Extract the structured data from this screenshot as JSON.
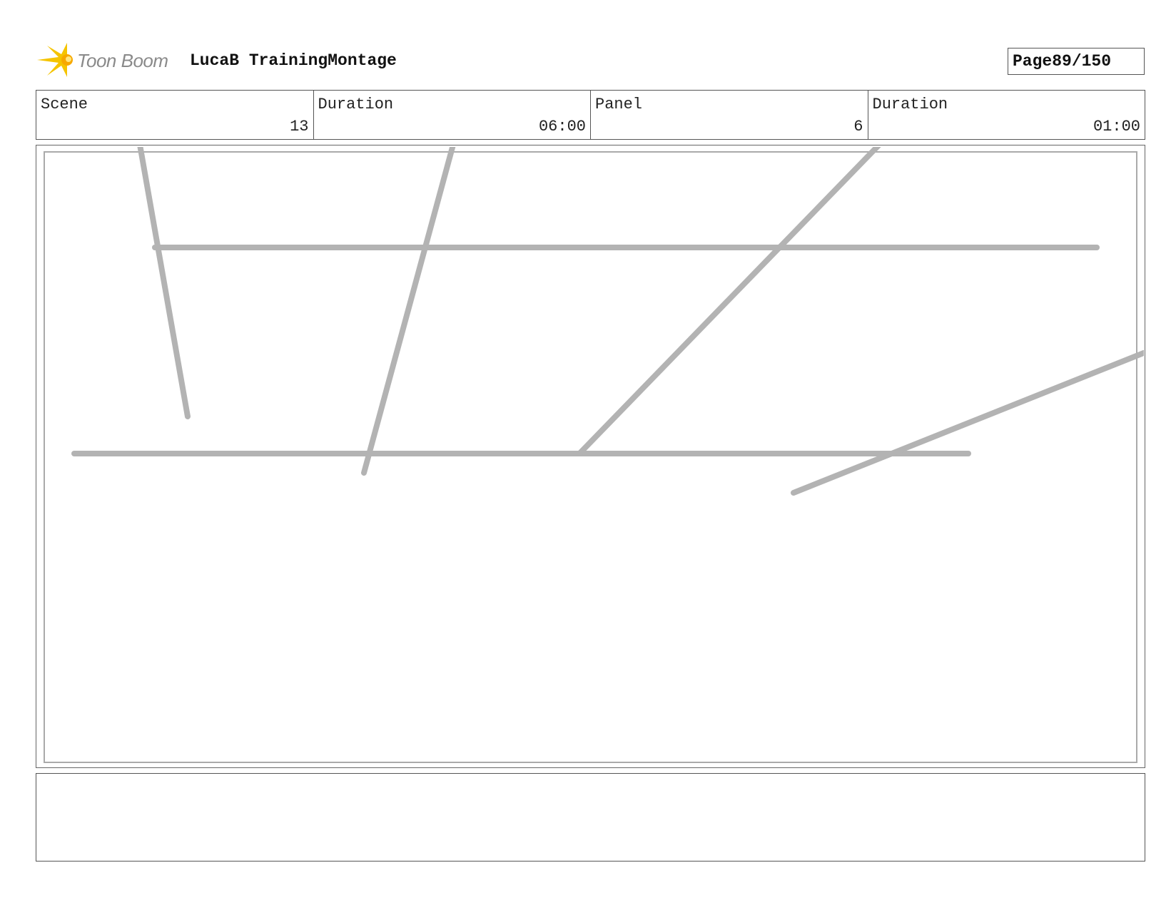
{
  "header": {
    "logo_text": "Toon Boom",
    "project_title": "LucaB TrainingMontage",
    "page_label": "Page",
    "page_value": "89/150"
  },
  "info": {
    "scene_label": "Scene",
    "scene_value": "13",
    "scene_duration_label": "Duration",
    "scene_duration_value": "06:00",
    "panel_label": "Panel",
    "panel_value": "6",
    "panel_duration_label": "Duration",
    "panel_duration_value": "01:00"
  },
  "panel": {
    "sketch_color": "#b3b3b3"
  },
  "notes": {
    "text": ""
  }
}
